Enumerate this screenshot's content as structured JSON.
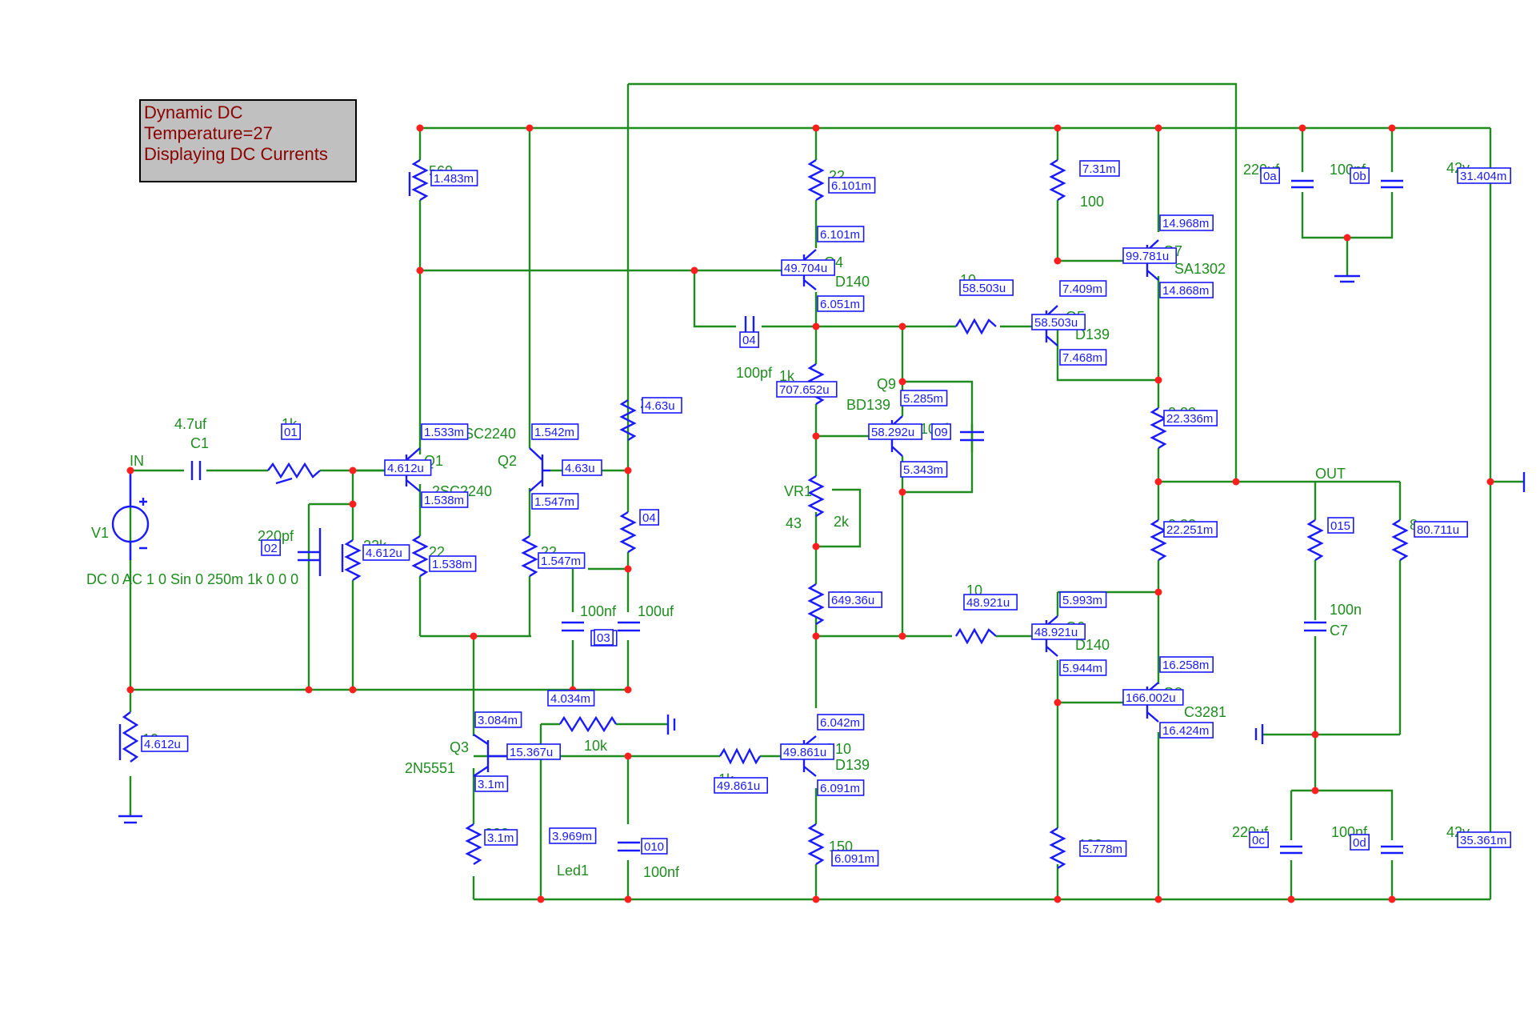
{
  "status": {
    "line1": "Dynamic DC",
    "line2": "Temperature=27",
    "line3": "Displaying DC Currents"
  },
  "colors": {
    "wire": "#1f8c1f",
    "component": "#1a1aff",
    "node": "#ff1f1f",
    "status_text": "#8b0000",
    "status_bg": "#c0c0c0"
  },
  "labels": [
    "560",
    "4.7uf",
    "C1",
    "1k",
    "IN",
    "V1",
    "DC 0 AC 1 0 Sin 0 250m 1k 0 0 0",
    "220pf",
    "22k",
    "22",
    "10",
    "2SC2240",
    "Q1",
    "Q2",
    "2SC2240",
    "22",
    "22k",
    "1k",
    "100nf",
    "100uf",
    "Q3",
    "2N5551",
    "330",
    "10k",
    "Led1",
    "100nf",
    "1k",
    "22",
    "Q4",
    "D140",
    "100pf",
    "1k",
    "Q9",
    "BD139",
    "10uf",
    "VR1",
    "43",
    "2k",
    "220",
    "Q10",
    "D139",
    "150",
    "10",
    "Q5",
    "D139",
    "100",
    "Q7",
    "SA1302",
    "0.22",
    "OUT",
    "0.22",
    "10",
    "Q6",
    "D140",
    "Q8",
    "C3281",
    "100",
    "10",
    "100n",
    "C7",
    "8",
    "220uf",
    "100nf",
    "42v",
    "220uf",
    "100nf",
    "42v"
  ],
  "readouts": [
    "1.483m",
    "01",
    "4.612u",
    "1.533m",
    "1.538m",
    "02",
    "4.612u",
    "1.538m",
    "4.612u",
    "1.542m",
    "4.63u",
    "1.547m",
    "1.547m",
    "4.63u",
    "04",
    "011",
    "03",
    "4.034m",
    "3.084m",
    "15.367u",
    "3.1m",
    "3.1m",
    "3.969m",
    "010",
    "49.861u",
    "6.101m",
    "6.101m",
    "49.704u",
    "6.051m",
    "04",
    "707.652u",
    "5.285m",
    "58.292u",
    "5.343m",
    "09",
    "649.36u",
    "6.042m",
    "49.861u",
    "6.091m",
    "6.091m",
    "58.503u",
    "7.31m",
    "14.968m",
    "99.781u",
    "14.868m",
    "7.409m",
    "58.503u",
    "7.468m",
    "22.336m",
    "22.251m",
    "48.921u",
    "5.993m",
    "48.921u",
    "5.944m",
    "16.258m",
    "166.002u",
    "16.424m",
    "5.778m",
    "015",
    "80.711u",
    "0a",
    "0b",
    "31.404m",
    "0c",
    "0d",
    "35.361m"
  ]
}
